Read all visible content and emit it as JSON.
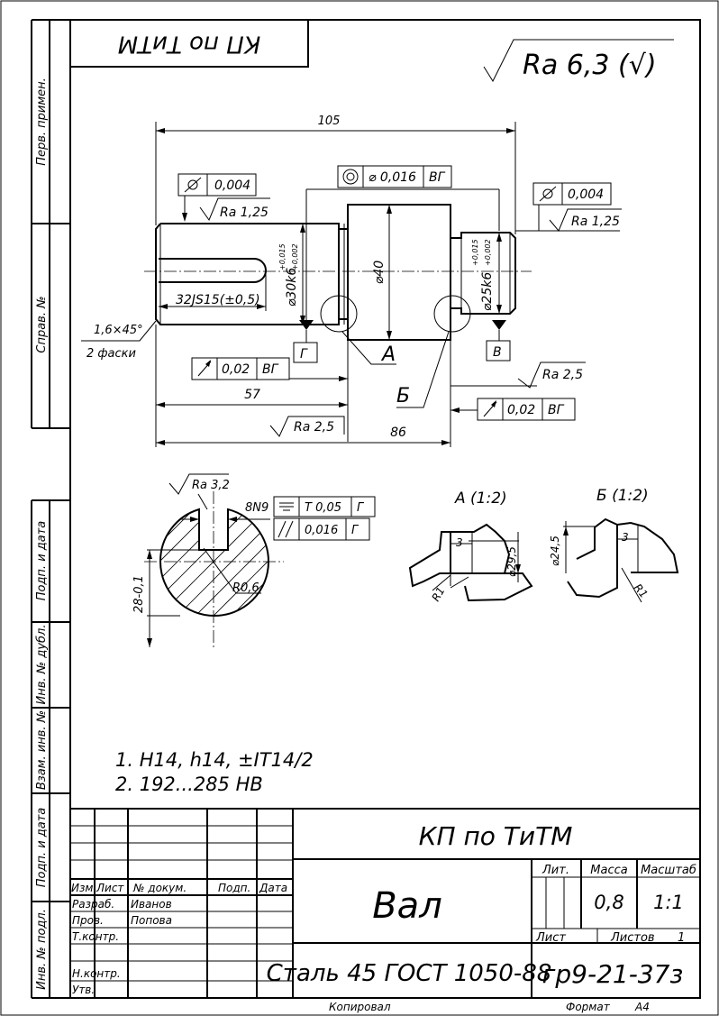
{
  "top_stamp": "КП по ТиТМ",
  "roughness_general": "Ra 6,3 (√)",
  "side_labels": {
    "perv_primen": "Перв. примен.",
    "sprav_no": "Справ. №",
    "podp_data_1": "Подп. и дата",
    "inv_dubl": "Инв. № дубл.",
    "vzam_inv": "Взам. инв. №",
    "podp_data_2": "Подп. и дата",
    "inv_podl": "Инв. № подл."
  },
  "dims": {
    "total_length": "105",
    "len_57": "57",
    "len_86": "86",
    "dia_30": "⌀30k6",
    "dia_30_tol_up": "+0,015",
    "dia_30_tol_lo": "+0,002",
    "dia_40": "⌀40",
    "dia_25": "⌀25k6",
    "dia_25_tol_up": "+0,015",
    "dia_25_tol_lo": "+0,002",
    "keyway": "32JS15(±0,5)",
    "chamfer": "1,6×45°",
    "chamfer_note": "2 фаски"
  },
  "tolerances": {
    "runout_left": "0,004",
    "concentric_val": "⌀ 0,016",
    "concentric_base": "ВГ",
    "runout_right": "0,004",
    "runout_face_left_val": "0,02",
    "runout_face_left_base": "ВГ",
    "runout_face_right_val": "0,02",
    "runout_face_right_base": "ВГ"
  },
  "roughness": {
    "r_left": "Ra 1,25",
    "r_right": "Ra 1,25",
    "r_shoulder": "Ra 2,5",
    "r_bottom": "Ra 2,5",
    "r_key": "Ra 3,2"
  },
  "datums": {
    "g": "Г",
    "v": "В"
  },
  "callouts": {
    "a": "А",
    "b": "Б"
  },
  "section": {
    "key_width": "8N9",
    "sym_val": "Т 0,05",
    "sym_base": "Г",
    "par_val": "0,016",
    "par_base": "Г",
    "depth": "28-0,1",
    "fillet": "R0,6"
  },
  "details": {
    "a_title": "А (1:2)",
    "a_dia": "⌀29,5",
    "a_width": "3",
    "a_radius": "R1",
    "b_title": "Б (1:2)",
    "b_dia": "⌀24,5",
    "b_width": "3",
    "b_radius": "R1"
  },
  "notes": [
    "1. H14, h14, ±IT14/2",
    "2. 192...285 HB"
  ],
  "title_block": {
    "doc_title": "КП по ТиТМ",
    "part_name": "Вал",
    "material": "Сталь 45 ГОСТ 1050-88",
    "designation": "гр9-21-37з",
    "lit": "Лит.",
    "mass_label": "Масса",
    "scale_label": "Масштаб",
    "mass": "0,8",
    "scale": "1:1",
    "sheet": "Лист",
    "sheets": "Листов",
    "sheets_count": "1",
    "head_izm": "Изм.",
    "head_list": "Лист",
    "head_docum": "№ докум.",
    "head_podp": "Подп.",
    "head_data": "Дата",
    "razrab": "Разраб.",
    "razrab_name": "Иванов",
    "prov": "Пров.",
    "prov_name": "Попова",
    "tkontr": "Т.контр.",
    "nkontr": "Н.контр.",
    "utv": "Утв.",
    "copied": "Копировал",
    "format": "Формат",
    "format_val": "А4"
  }
}
